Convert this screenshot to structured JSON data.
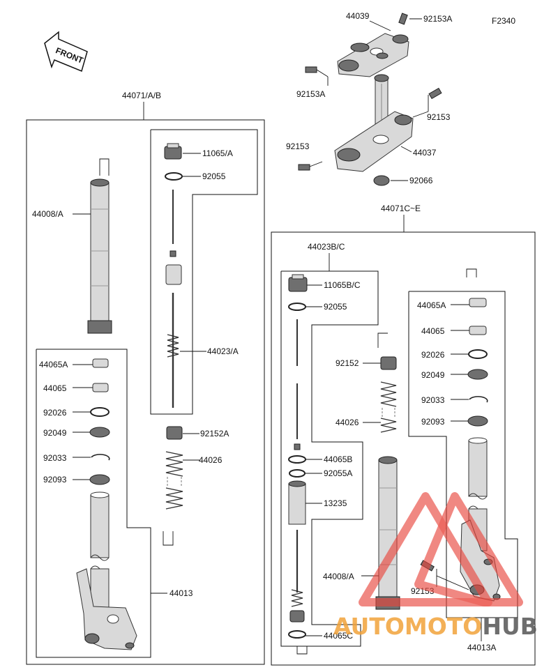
{
  "diagram": {
    "code": "F2340",
    "front_label": "FRONT",
    "groups": {
      "left_fork": "44071/A/B",
      "right_fork": "44071C~E",
      "cartridge_right": "44023B/C"
    },
    "labels": {
      "p44039": "44039",
      "p92153A_top": "92153A",
      "p92153A_left": "92153A",
      "p92153_right": "92153",
      "p92153_left": "92153",
      "p44037": "44037",
      "p92066": "92066",
      "p11065A": "11065/A",
      "p92055": "92055",
      "p44008A_left": "44008/A",
      "p44023A": "44023/A",
      "p44065A_left": "44065A",
      "p44065_left": "44065",
      "p92026_left": "92026",
      "p92049_left": "92049",
      "p92033_left": "92033",
      "p92093_left": "92093",
      "p92152A": "92152A",
      "p44026_left": "44026",
      "p44013": "44013",
      "p11065BC": "11065B/C",
      "p92055_right": "92055",
      "p92152": "92152",
      "p44026_right": "44026",
      "p44065B": "44065B",
      "p92055A": "92055A",
      "p13235": "13235",
      "p44008A_right": "44008/A",
      "p92153_bottom": "92153",
      "p44065C": "44065C",
      "p44065A_right": "44065A",
      "p44065_right": "44065",
      "p92026_right": "92026",
      "p92049_right": "92049",
      "p92033_right": "92033",
      "p92093_right": "92093",
      "p44013A": "44013A"
    },
    "watermark": {
      "part1": "AUTOMOTO",
      "part2": "HUB",
      "color_red": "#e8463c",
      "color_orange": "#f2a33a",
      "color_dark": "#555555"
    }
  }
}
